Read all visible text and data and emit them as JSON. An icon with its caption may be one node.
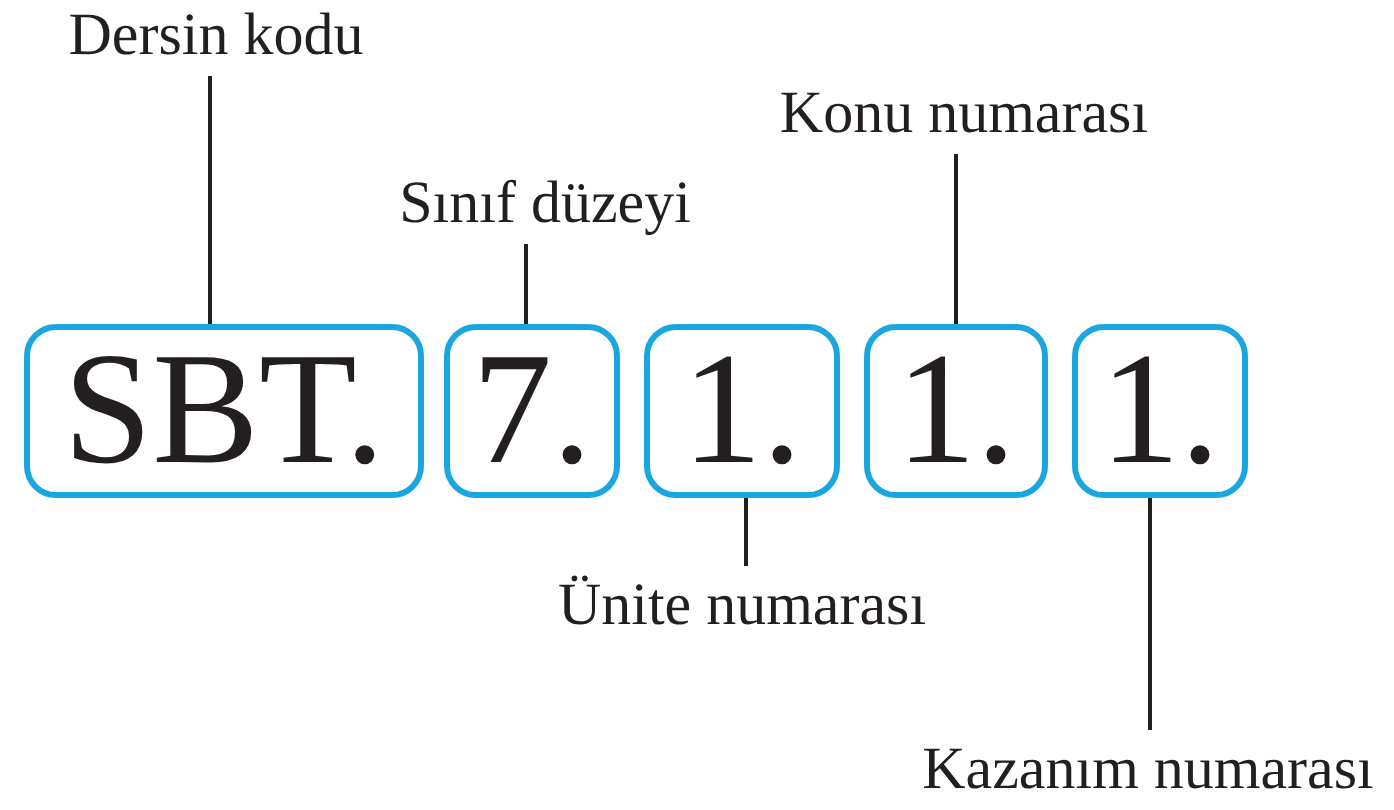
{
  "diagram": {
    "nodes": [
      {
        "text": [
          "Dersin kodu"
        ]
      },
      {
        "text": [
          "Sınıf düzeyi"
        ]
      },
      {
        "text": [
          "Konu numarası"
        ]
      },
      {
        "text": [
          "SBT."
        ]
      },
      {
        "text": [
          "7."
        ]
      },
      {
        "text": [
          "1."
        ]
      },
      {
        "text": [
          "1."
        ]
      },
      {
        "text": [
          "1."
        ]
      },
      {
        "text": [
          "Ünite numarası"
        ]
      },
      {
        "text": [
          "Kazanım numarası"
        ]
      }
    ],
    "edges": [
      {
        "from": 0,
        "to": 3,
        "arrow": "none"
      },
      {
        "from": 1,
        "to": 4,
        "arrow": "none"
      },
      {
        "from": 2,
        "to": 6,
        "arrow": "none"
      },
      {
        "from": 8,
        "to": 5,
        "arrow": "none"
      },
      {
        "from": 9,
        "to": 7,
        "arrow": "none"
      }
    ]
  }
}
